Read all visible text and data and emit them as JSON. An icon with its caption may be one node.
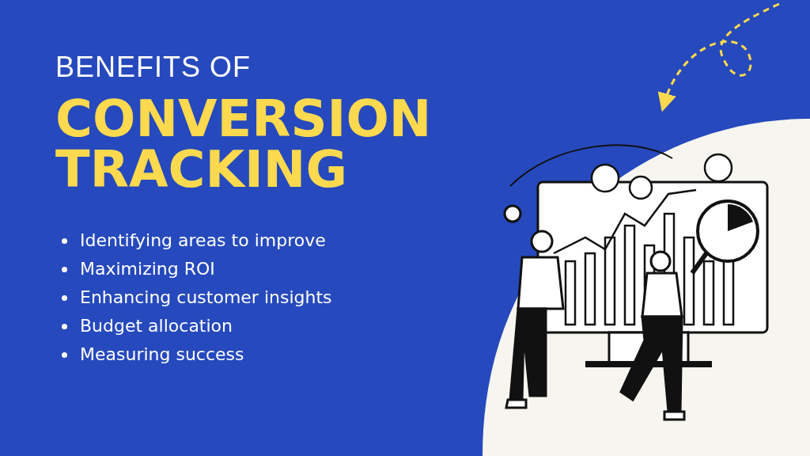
{
  "diagram": {
    "labels": [
      "BENEFITS OF",
      "CONVERSION TRACKING",
      "Identifying areas to improve",
      "Maximizing ROI",
      "Enhancing customer insights",
      "Budget allocation",
      "Measuring success"
    ]
  }
}
